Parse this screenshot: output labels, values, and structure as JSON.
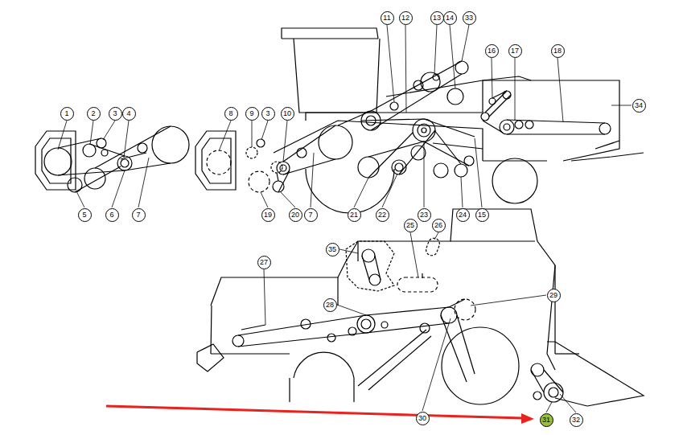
{
  "diagram": {
    "labels": [
      "1",
      "2",
      "3",
      "4",
      "8",
      "9",
      "3",
      "10",
      "11",
      "12",
      "13",
      "14",
      "33",
      "16",
      "17",
      "18",
      "34",
      "5",
      "6",
      "7",
      "19",
      "20",
      "7",
      "21",
      "22",
      "23",
      "24",
      "15",
      "35",
      "25",
      "26",
      "27",
      "29",
      "28",
      "30",
      "31",
      "32"
    ]
  }
}
